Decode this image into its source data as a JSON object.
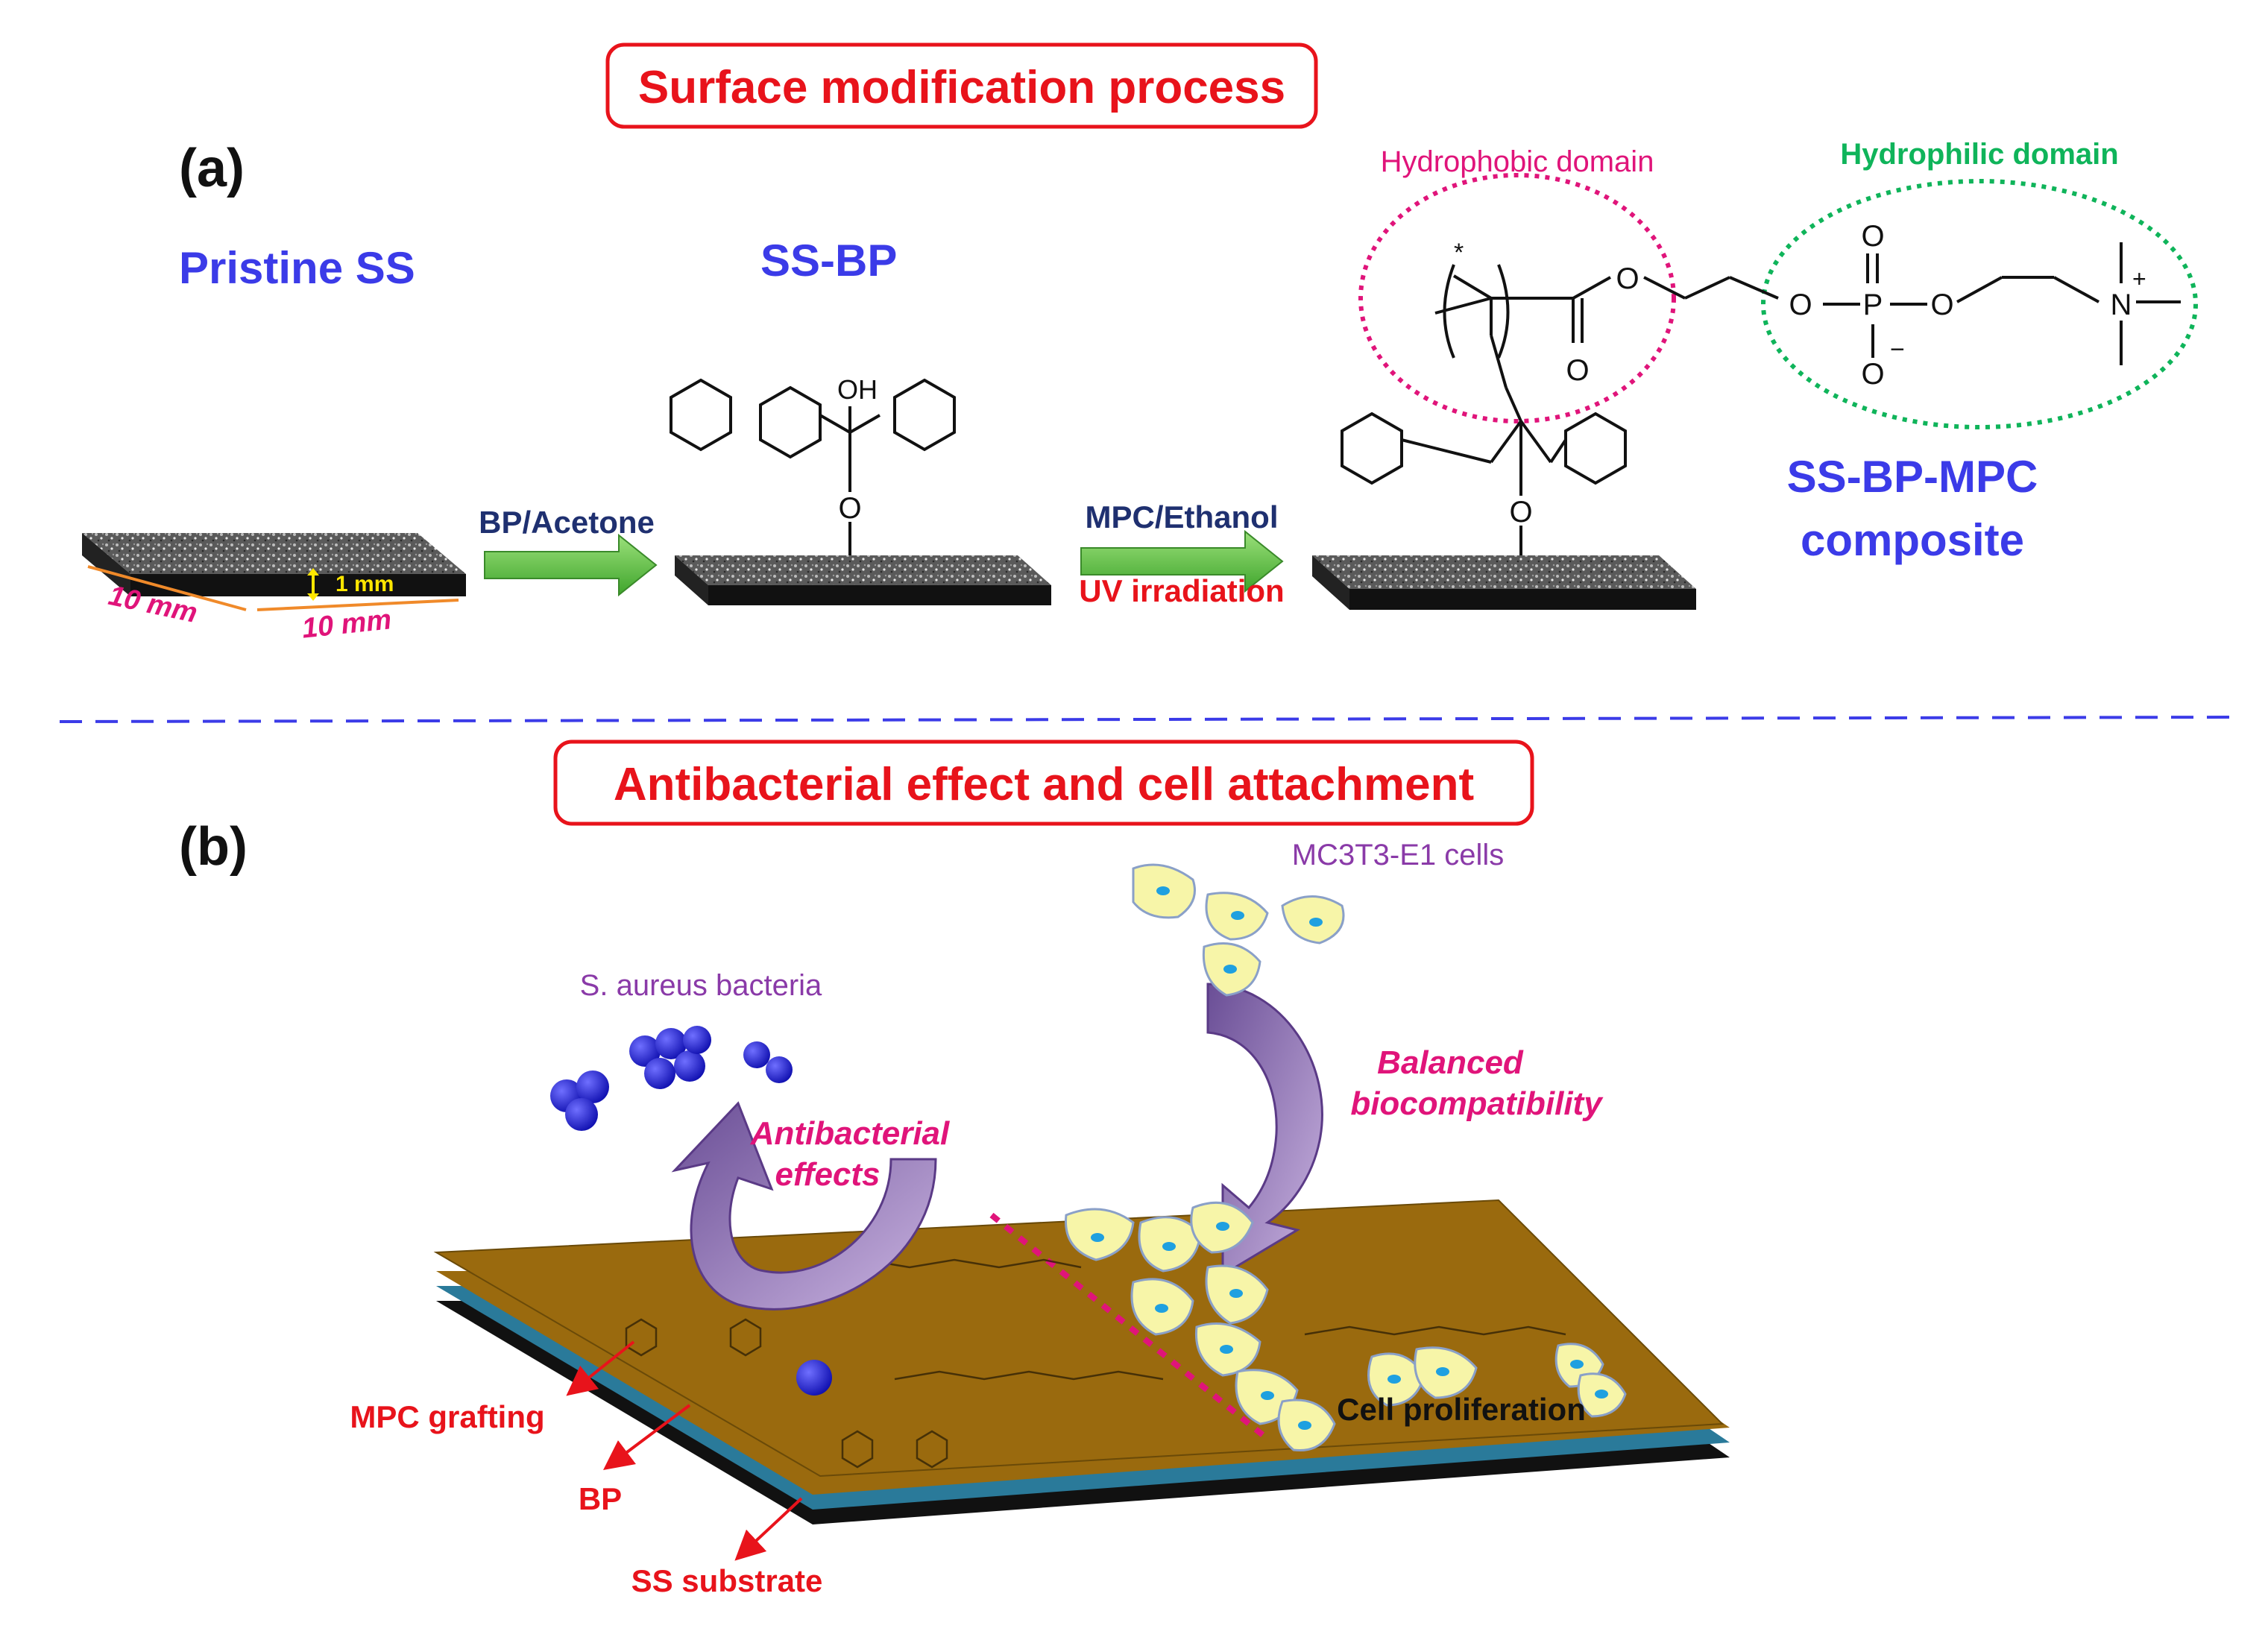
{
  "panel_a": {
    "title": "Surface modification process",
    "label": "(a)",
    "pristine_label": "Pristine SS",
    "ssbp_label": "SS-BP",
    "composite_label_line1": "SS-BP-MPC",
    "composite_label_line2": "composite",
    "step1_label": "BP/Acetone",
    "step2_label_line1": "MPC/Ethanol",
    "step2_label_line2": "UV irradiation",
    "dim_thickness": "1 mm",
    "dim_width": "10 mm",
    "dim_length": "10 mm",
    "hydrophobic_label": "Hydrophobic domain",
    "hydrophilic_label": "Hydrophilic domain",
    "chem": {
      "oh": "OH",
      "o": "O",
      "p": "P",
      "n": "N",
      "plus": "+",
      "minus": "−",
      "star": "*"
    }
  },
  "panel_b": {
    "title": "Antibacterial effect and cell attachment",
    "label": "(b)",
    "bacteria_label": "S. aureus bacteria",
    "cells_label": "MC3T3-E1 cells",
    "antibacterial_line1": "Antibacterial",
    "antibacterial_line2": "effects",
    "balanced_line1": "Balanced",
    "balanced_line2": "biocompatibility",
    "proliferation_label": "Cell proliferation",
    "layer_mpc": "MPC grafting",
    "layer_bp": "BP",
    "layer_ss": "SS substrate"
  },
  "colors": {
    "title_red": "#e8131b",
    "blue_label": "#3b3be8",
    "navy": "#1f3070",
    "magenta": "#e0147a",
    "green": "#0fb45a",
    "purple": "#8a3aa8",
    "gold": "#9a6a0e",
    "teal": "#2a7a9a",
    "arrow_green": "#5cc63a",
    "cell_yellow": "#f7f5a8",
    "bacteria_blue": "#1a1ad0"
  }
}
